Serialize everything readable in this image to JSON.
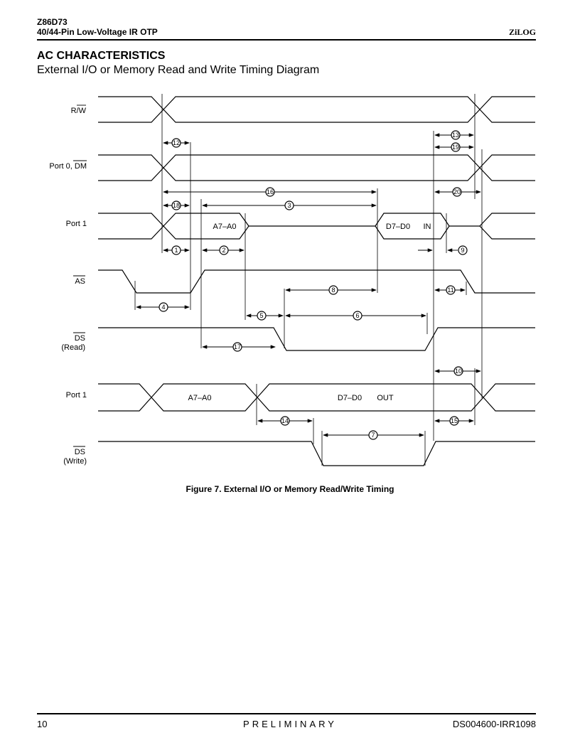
{
  "header": {
    "part": "Z86D73",
    "subtitle": "40/44-Pin Low-Voltage IR OTP",
    "brand": "ZiLOG"
  },
  "section": {
    "title": "AC CHARACTERISTICS",
    "subtitle": "External I/O or Memory Read and Write Timing Diagram"
  },
  "signals": {
    "rw": "R/W",
    "rw_bar": "W",
    "port0": "Port 0, ",
    "port0_bar": "DM",
    "port1_read": "Port 1",
    "as": "AS",
    "ds_read": "DS",
    "ds_read_note": "(Read)",
    "port1_write": "Port 1",
    "ds_write": "DS",
    "ds_write_note": "(Write)"
  },
  "bus_labels": {
    "read_addr": "A7–A0",
    "read_data": "D7–D0",
    "read_data_dir": "IN",
    "write_addr": "A7–A0",
    "write_data": "D7–D0",
    "write_data_dir": "OUT"
  },
  "timing_params": [
    "1",
    "2",
    "3",
    "4",
    "5",
    "6",
    "7",
    "8",
    "9",
    "10",
    "11",
    "12",
    "13",
    "14",
    "15",
    "16",
    "17",
    "18",
    "19",
    "20"
  ],
  "caption": "Figure 7.  External I/O or Memory Read/Write Timing",
  "footer": {
    "page": "10",
    "status": "PRELIMINARY",
    "doc": "DS004600-IRR1098"
  }
}
